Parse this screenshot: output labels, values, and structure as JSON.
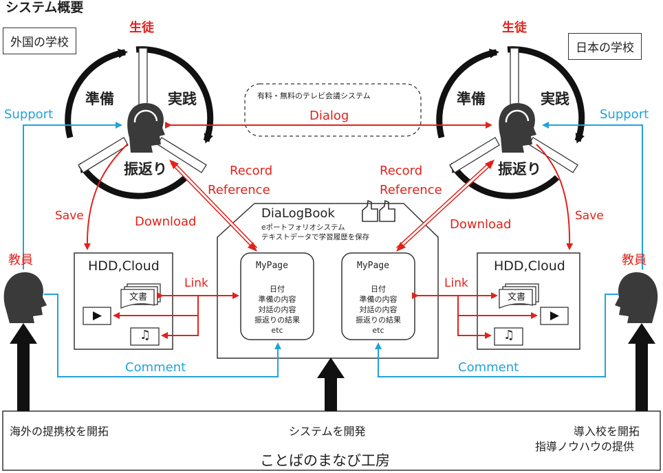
{
  "title": "システム概要",
  "left_school": "外国の学校",
  "right_school": "日本の学校",
  "cycle": {
    "student": "生徒",
    "prepare": "準備",
    "practice": "実践",
    "reflect": "振返り"
  },
  "teacher": "教員",
  "support": "Support",
  "save": "Save",
  "download": "Download",
  "record": "Record",
  "reference": "Reference",
  "link": "Link",
  "comment": "Comment",
  "storage": {
    "title": "HDD,Cloud",
    "doc": "文書"
  },
  "videoconf": {
    "caption": "有料・無料のテレビ会議システム",
    "dialog": "Dialog"
  },
  "dialogbook": {
    "title": "DiaLogBook",
    "sub1": "eポートフォリオシステム",
    "sub2": "テキストデータで学習履歴を保存"
  },
  "mypage": {
    "title": "MyPage",
    "items": [
      "日付",
      "準備の内容",
      "対話の内容",
      "振返りの結果",
      "etc"
    ]
  },
  "bottom": {
    "left": "海外の提携校を開拓",
    "center": "システムを開発",
    "right1": "導入校を開拓",
    "right2": "指導ノウハウの提供",
    "org": "ことばのまなび工房"
  },
  "colors": {
    "red": "#e0221b",
    "blue": "#22a2d8",
    "black": "#111111"
  },
  "icons": [
    "headset-user-icon",
    "teacher-head-icon",
    "play-icon",
    "music-note-icon",
    "document-stack-icon",
    "thumbs-up-icon"
  ]
}
